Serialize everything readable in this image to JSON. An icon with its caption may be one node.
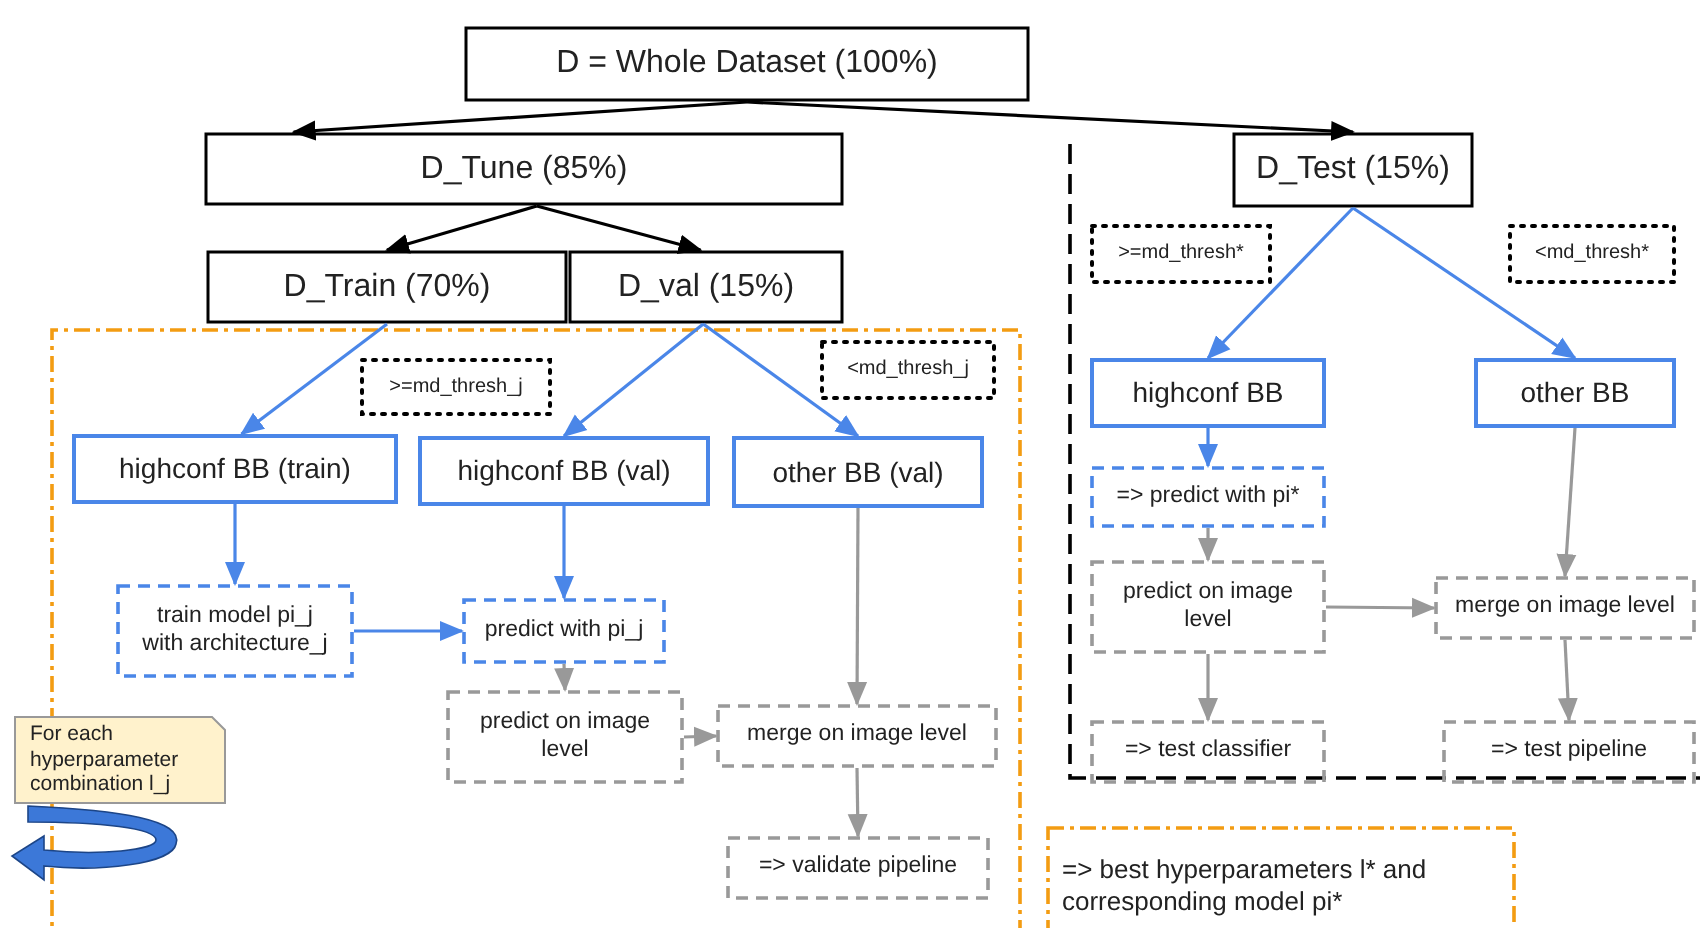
{
  "diagram": {
    "nodes": [
      {
        "text": [
          "D = Whole Dataset (100%)"
        ]
      },
      {
        "text": [
          "D_Tune (85%)"
        ]
      },
      {
        "text": [
          "D_Test (15%)"
        ]
      },
      {
        "text": [
          "D_Train (70%)"
        ]
      },
      {
        "text": [
          "D_val (15%)"
        ]
      },
      {
        "text": [
          ">=md_thresh_j"
        ]
      },
      {
        "text": [
          "<md_thresh_j"
        ]
      },
      {
        "text": [
          "highconf BB (train)"
        ]
      },
      {
        "text": [
          "highconf BB (val)"
        ]
      },
      {
        "text": [
          "other BB (val)"
        ]
      },
      {
        "text": [
          "train model pi_j with architecture_j"
        ]
      },
      {
        "text": [
          "predict with pi_j"
        ]
      },
      {
        "text": [
          "predict on image level"
        ]
      },
      {
        "text": [
          "merge on image level"
        ]
      },
      {
        "text": [
          "=> validate pipeline"
        ]
      },
      {
        "text": [
          "For each hyperparameter combination l_j"
        ]
      },
      {
        "text": [
          ">=md_thresh*"
        ]
      },
      {
        "text": [
          "<md_thresh*"
        ]
      },
      {
        "text": [
          "highconf BB"
        ]
      },
      {
        "text": [
          "other BB"
        ]
      },
      {
        "text": [
          "=> predict with pi*"
        ]
      },
      {
        "text": [
          "predict on image level"
        ]
      },
      {
        "text": [
          "merge on image level"
        ]
      },
      {
        "text": [
          "=> test classifier"
        ]
      },
      {
        "text": [
          "=> test pipeline"
        ]
      },
      {
        "text": [
          "=> best hyperparameters l* and corresponding model pi*"
        ]
      }
    ],
    "edges": [
      {
        "from": 0,
        "to": 1,
        "arrow": "to",
        "color": "#000000"
      },
      {
        "from": 0,
        "to": 2,
        "arrow": "to",
        "color": "#000000"
      },
      {
        "from": 1,
        "to": 3,
        "arrow": "to",
        "color": "#000000"
      },
      {
        "from": 1,
        "to": 4,
        "arrow": "to",
        "color": "#000000"
      },
      {
        "from": 3,
        "to": 7,
        "arrow": "to",
        "color": "#4a86e8"
      },
      {
        "from": 4,
        "to": 8,
        "arrow": "to",
        "color": "#4a86e8"
      },
      {
        "from": 4,
        "to": 9,
        "arrow": "to",
        "color": "#4a86e8"
      },
      {
        "from": 7,
        "to": 10,
        "arrow": "to",
        "color": "#4a86e8"
      },
      {
        "from": 8,
        "to": 11,
        "arrow": "to",
        "color": "#4a86e8"
      },
      {
        "from": 10,
        "to": 11,
        "arrow": "to",
        "color": "#4a86e8"
      },
      {
        "from": 11,
        "to": 12,
        "arrow": "to",
        "color": "#999999"
      },
      {
        "from": 12,
        "to": 13,
        "arrow": "to",
        "color": "#999999"
      },
      {
        "from": 9,
        "to": 13,
        "arrow": "to",
        "color": "#999999"
      },
      {
        "from": 13,
        "to": 14,
        "arrow": "to",
        "color": "#999999"
      },
      {
        "from": 2,
        "to": 18,
        "arrow": "to",
        "color": "#4a86e8"
      },
      {
        "from": 2,
        "to": 19,
        "arrow": "to",
        "color": "#4a86e8"
      },
      {
        "from": 18,
        "to": 20,
        "arrow": "to",
        "color": "#4a86e8"
      },
      {
        "from": 20,
        "to": 21,
        "arrow": "to",
        "color": "#999999"
      },
      {
        "from": 21,
        "to": 22,
        "arrow": "to",
        "color": "#999999"
      },
      {
        "from": 21,
        "to": 23,
        "arrow": "to",
        "color": "#999999"
      },
      {
        "from": 19,
        "to": 22,
        "arrow": "to",
        "color": "#999999"
      },
      {
        "from": 22,
        "to": 24,
        "arrow": "to",
        "color": "#999999"
      }
    ]
  }
}
